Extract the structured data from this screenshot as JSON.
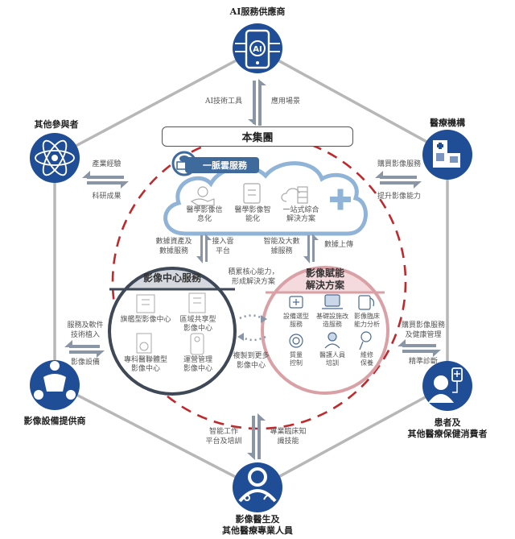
{
  "colors": {
    "node_blue": "#1f4e96",
    "hex_line": "#b7b7b7",
    "dashed_red": "#c0292b",
    "cloud_blue": "#8fb4d8",
    "badge_blue": "#3e6a9c",
    "left_circle": "#3f4856",
    "left_circle_fill": "#d5d9df",
    "right_circle": "#d9a0a6",
    "right_circle_fill": "#f4dadd",
    "arrow_gray": "#8a96a6"
  },
  "nodes": {
    "top": {
      "title": "AI服務供應商",
      "icon": "ai-phone-icon",
      "labels": [
        "AI技術工具",
        "應用場景"
      ]
    },
    "top_left": {
      "title": "其他參與者",
      "icon": "atom-icon",
      "labels": [
        "產業經驗",
        "科研成果"
      ]
    },
    "top_right": {
      "title": "醫療機構",
      "icon": "hospital-icon",
      "labels": [
        "購買影像服務",
        "提升影像能力"
      ]
    },
    "bottom_left": {
      "title": "影像設備提供商",
      "icon": "team-icon",
      "labels": [
        "服務及軟件",
        "技術植入",
        "影像設備"
      ]
    },
    "bottom_right": {
      "title_line1": "患者及",
      "title_line2": "其他醫療保健消費者",
      "icon": "patient-icon",
      "labels": [
        "購買影像服務",
        "及健康管理",
        "精準診斷"
      ]
    },
    "bottom": {
      "title_line1": "影像醫生及",
      "title_line2": "其他醫療專業人員",
      "icon": "doctor-icon",
      "labels": [
        "智能工作",
        "平台及培訓",
        "專業臨床知",
        "識技能"
      ]
    }
  },
  "group": {
    "title": "本集團"
  },
  "cloud": {
    "title": "一脈雲服務",
    "items": [
      {
        "line1": "醫學影像信",
        "line2": "息化",
        "icon": "hand-gear-icon"
      },
      {
        "line1": "醫學影像智",
        "line2": "能化",
        "icon": "clipboard-icon"
      },
      {
        "line1": "一站式綜合",
        "line2": "解決方案",
        "icon": "cloud-server-icon"
      }
    ]
  },
  "flows": {
    "left_down": [
      "數據資產及",
      "數據服務"
    ],
    "left_up": [
      "接入雲",
      "平台"
    ],
    "right_down": [
      "智能及大數",
      "據服務"
    ],
    "right_up": [
      "數據上傳"
    ],
    "center_top": [
      "積累核心能力，",
      "形成解決方案"
    ],
    "center_bottom": [
      "複製到更多",
      "影像中心"
    ]
  },
  "imaging_center": {
    "title": "影像中心服務",
    "items": [
      {
        "line1": "旗艦型影像中心",
        "line2": "",
        "icon": "building-icon"
      },
      {
        "line1": "區域共享型",
        "line2": "影像中心",
        "icon": "office-icon"
      },
      {
        "line1": "專科醫聯體型",
        "line2": "影像中心",
        "icon": "specialty-icon"
      },
      {
        "line1": "運營管理",
        "line2": "影像中心",
        "icon": "tag-icon"
      }
    ]
  },
  "solutions": {
    "title_line1": "影像賦能",
    "title_line2": "解決方案",
    "items": [
      {
        "line1": "設備選型",
        "line2": "服務",
        "icon": "equipment-icon"
      },
      {
        "line1": "基礎設施改",
        "line2": "造服務",
        "icon": "monitor-icon"
      },
      {
        "line1": "影像臨床",
        "line2": "能力分析",
        "icon": "stethoscope-icon"
      },
      {
        "line1": "質量",
        "line2": "控制",
        "icon": "gear-check-icon"
      },
      {
        "line1": "醫護人員",
        "line2": "培訓",
        "icon": "nurse-icon"
      },
      {
        "line1": "維修",
        "line2": "保養",
        "icon": "wrench-icon"
      }
    ]
  }
}
